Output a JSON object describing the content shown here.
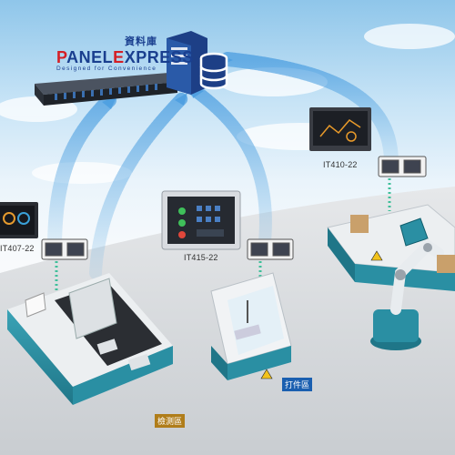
{
  "brand": {
    "name_first": "P",
    "name_mid": "ANEL",
    "name_second": "E",
    "name_rest": "XPRESS",
    "tagline": "Designed for Convenience"
  },
  "database_label": "資料庫",
  "panels": [
    {
      "model": "IT407-22"
    },
    {
      "model": "IT415-22"
    },
    {
      "model": "IT410-22"
    }
  ],
  "zones": [
    {
      "label": "檢測區",
      "color": "#b07d1a"
    },
    {
      "label": "打件區",
      "color": "#1a5fb0"
    }
  ],
  "colors": {
    "primary_blue": "#1a3f8f",
    "accent_red": "#d41f26",
    "teal": "#2a8fa3",
    "floor": "#d9dcdf"
  }
}
